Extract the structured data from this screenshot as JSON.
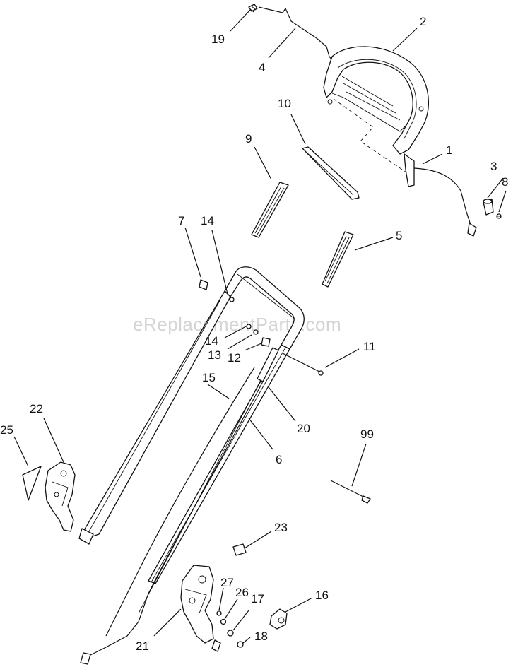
{
  "watermark": "eReplacementParts.com",
  "callouts": {
    "c1": "1",
    "c2": "2",
    "c3": "3",
    "c4": "4",
    "c5": "5",
    "c6": "6",
    "c7": "7",
    "c8": "8",
    "c9": "9",
    "c10": "10",
    "c11": "11",
    "c12": "12",
    "c13": "13",
    "c14a": "14",
    "c14b": "14",
    "c15": "15",
    "c16": "16",
    "c17": "17",
    "c18": "18",
    "c19": "19",
    "c20": "20",
    "c21": "21",
    "c22": "22",
    "c23": "23",
    "c25": "25",
    "c26": "26",
    "c27": "27",
    "c99": "99"
  }
}
